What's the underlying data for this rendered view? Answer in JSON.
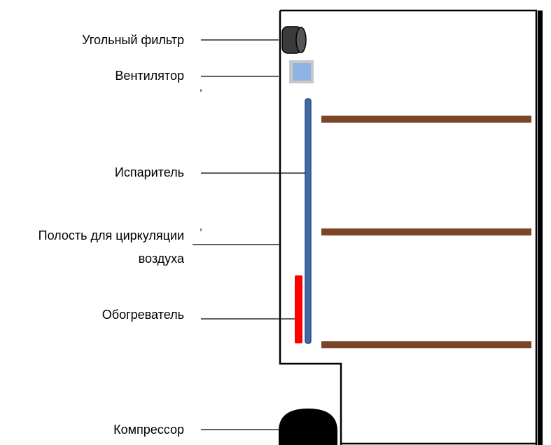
{
  "labels": {
    "carbon_filter": "Угольный фильтр",
    "fan": "Вентилятор",
    "evaporator": "Испаритель",
    "air_cavity_line1": "Полость для циркуляции",
    "air_cavity_line2": "воздуха",
    "heater": "Обогреватель",
    "compressor": "Компрессор"
  },
  "colors": {
    "outline": "#000000",
    "shelf": "#7b4528",
    "evaporator": "#3f6aa6",
    "evaporator_stroke": "#2b4f86",
    "heater": "#ff0000",
    "fan_fill": "#8fb3e3",
    "fan_border": "#c8c8c8",
    "filter": "#3a3a3a",
    "compressor": "#000000"
  },
  "icons": {
    "carbon_filter": "cylinder-icon",
    "fan": "square-fan-icon",
    "compressor": "dome-compressor-icon"
  }
}
